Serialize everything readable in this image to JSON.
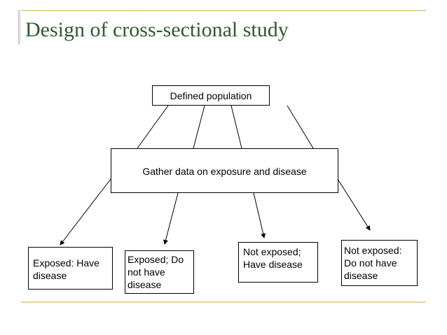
{
  "slide": {
    "title": "Design of cross-sectional study"
  },
  "diagram": {
    "top_box": "Defined population",
    "middle_box": "Gather data on exposure and disease",
    "outcomes": [
      "Exposed: Have disease",
      "Exposed; Do not have disease",
      "Not exposed; Have disease",
      "Not exposed: Do not have disease"
    ]
  },
  "colors": {
    "title": "#2f5a2f",
    "rule": "#e8d29a"
  }
}
